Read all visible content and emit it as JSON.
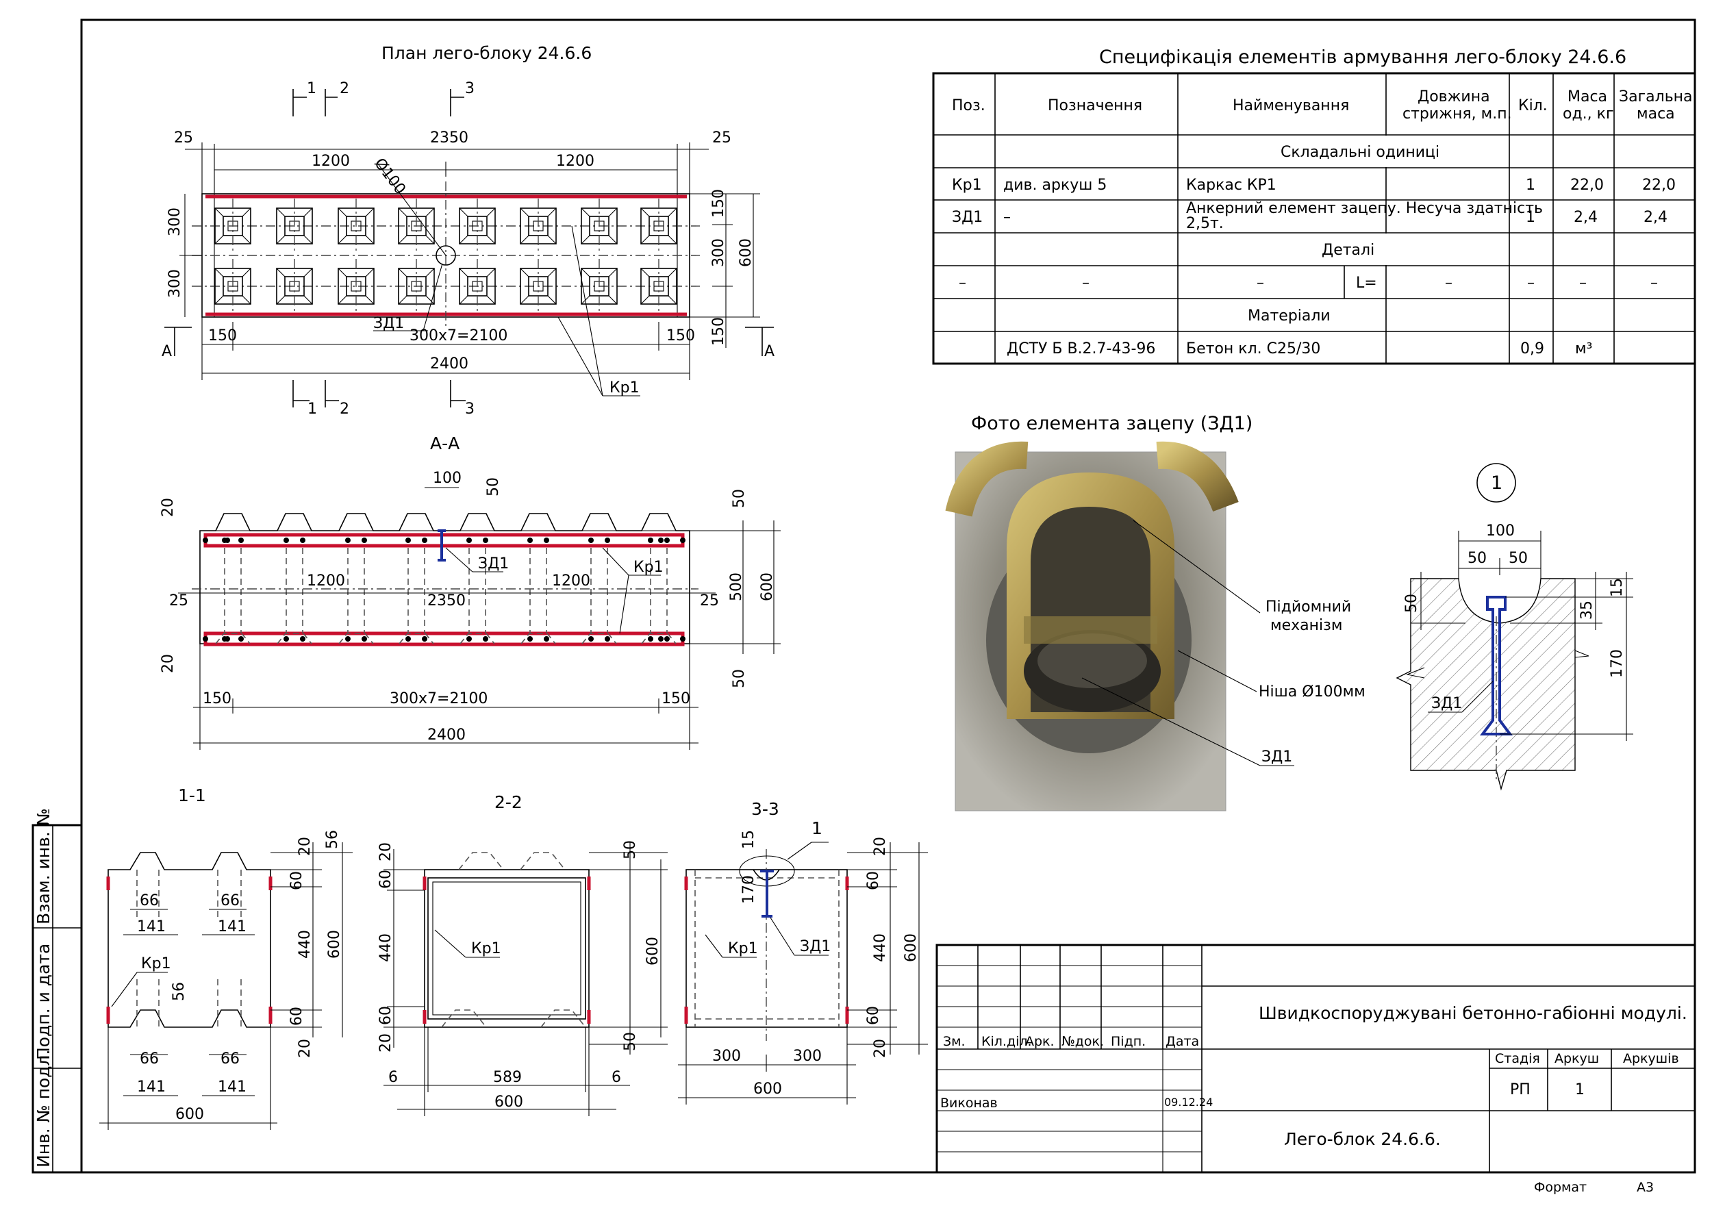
{
  "plan": {
    "title": "План лего-блоку 24.6.6",
    "dims": {
      "d25a": "25",
      "d2350": "2350",
      "d25b": "25",
      "d1200a": "1200",
      "d1200b": "1200",
      "phi": "Ø100",
      "d300a": "300",
      "d300b": "300",
      "d150a": "150",
      "d300c": "300",
      "d600": "600",
      "d150b": "150",
      "d150c": "150",
      "d150d": "150",
      "d2100": "300x7=2100",
      "d2400": "2400"
    },
    "cuts": {
      "c1": "1",
      "c2": "2",
      "c3": "3",
      "a": "А"
    },
    "labels": {
      "zd1": "ЗД1",
      "kr1": "Кр1"
    }
  },
  "section_aa": {
    "title": "А-А",
    "dims": {
      "d100": "100",
      "d50a": "50",
      "d20a": "20",
      "d50b": "50",
      "d1200a": "1200",
      "d1200b": "1200",
      "d2350": "2350",
      "d25a": "25",
      "d25b": "25",
      "d500": "500",
      "d600": "600",
      "d20b": "20",
      "d50c": "50",
      "d150a": "150",
      "d2100": "300x7=2100",
      "d150b": "150",
      "d2400": "2400"
    },
    "labels": {
      "zd1": "ЗД1",
      "kr1": "Кр1"
    }
  },
  "sec11": {
    "title": "1-1",
    "dims": {
      "d56a": "56",
      "d20a": "20",
      "d60a": "60",
      "d66a": "66",
      "d66b": "66",
      "d141a": "141",
      "d141b": "141",
      "d440": "440",
      "d600v": "600",
      "d56b": "56",
      "d60b": "60",
      "d20b": "20",
      "d66c": "66",
      "d66d": "66",
      "d141c": "141",
      "d141d": "141",
      "d600": "600"
    },
    "labels": {
      "kr1": "Кр1"
    }
  },
  "sec22": {
    "title": "2-2",
    "dims": {
      "d20a": "20",
      "d60a": "60",
      "d440": "440",
      "d60b": "60",
      "d20b": "20",
      "d50a": "50",
      "d600v": "600",
      "d50b": "50",
      "d6a": "6",
      "d589": "589",
      "d6b": "6",
      "d600": "600"
    },
    "labels": {
      "kr1": "Кр1"
    }
  },
  "sec33": {
    "title": "3-3",
    "dims": {
      "d15": "15",
      "d170": "170",
      "d20a": "20",
      "d60a": "60",
      "d440": "440",
      "d60b": "60",
      "d20b": "20",
      "d600v": "600",
      "d300a": "300",
      "d300b": "300",
      "d600": "600"
    },
    "labels": {
      "kr1": "Кр1",
      "zd1": "ЗД1",
      "n1": "1"
    }
  },
  "spec": {
    "title": "Специфікація елементів армування лего-блоку 24.6.6",
    "headers": [
      "Поз.",
      "Позначення",
      "Найменування",
      "Довжина стрижня, м.п.",
      "Кіл.",
      "Маса од., кг",
      "Загальна маса"
    ],
    "h_dovzh1": "Довжина",
    "h_dovzh2": "стрижня, м.п.",
    "h_masa1": "Маса",
    "h_masa2": "од., кг",
    "h_zag1": "Загальна",
    "h_zag2": "маса",
    "group1": "Складальні одиниці",
    "row1": {
      "pos": "Кр1",
      "desig": "див. аркуш 5",
      "name": "Каркас КР1",
      "qty": "1",
      "mass": "22,0",
      "total": "22,0"
    },
    "row2": {
      "pos": "ЗД1",
      "desig": "–",
      "name1": "Анкерний елемент зацепу. Несуча здатність",
      "name2": "2,5т.",
      "qty": "1",
      "mass": "2,4",
      "total": "2,4"
    },
    "group2": "Деталі",
    "row3": {
      "pos": "–",
      "desig": "–",
      "name": "–",
      "l": "L=",
      "len": "–",
      "qty": "–",
      "mass": "–",
      "total": "–"
    },
    "group3": "Матеріали",
    "row4": {
      "desig": "ДСТУ Б В.2.7-43-96",
      "name": "Бетон кл. С25/30",
      "qty": "0,9",
      "unit": "м³"
    }
  },
  "photo": {
    "title": "Фото елемента зацепу (ЗД1)",
    "l1a": "Підйомний",
    "l1b": "механізм",
    "l2": "Ніша Ø100мм",
    "l3": "ЗД1"
  },
  "detail1": {
    "num": "1",
    "d100": "100",
    "d50a": "50",
    "d50b": "50",
    "d50c": "50",
    "d15": "15",
    "d35": "35",
    "d170": "170",
    "zd1": "ЗД1"
  },
  "title_block": {
    "cols": [
      "Зм.",
      "Кіл.діл.",
      "Арк.",
      "№док.",
      "Підп.",
      "Дата"
    ],
    "vykonav": "Виконав",
    "date": "09.12.24",
    "project": "Швидкоспоруджувані бетонно-габіонні модулі.",
    "sheet_name": "Лего-блок 24.6.6.",
    "stadia_h": "Стадія",
    "arkush_h": "Аркуш",
    "arkushiv_h": "Аркушів",
    "stadia": "РП",
    "arkush": "1",
    "arkushiv": "",
    "format_label": "Формат",
    "format": "А3"
  },
  "side": {
    "s1": "Взам. инв. №",
    "s2": "Подп. и дата",
    "s3": "Инв. № подл."
  }
}
